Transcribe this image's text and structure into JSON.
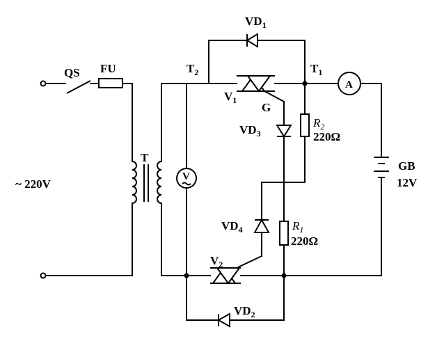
{
  "labels": {
    "qs": "QS",
    "fu": "FU",
    "t": "T",
    "source": "~ 220V",
    "t2": "T",
    "t2_sub": "2",
    "t1": "T",
    "t1_sub": "1",
    "vd1": "VD",
    "vd1_sub": "1",
    "v1": "V",
    "v1_sub": "1",
    "g": "G",
    "vd3": "VD",
    "vd3_sub": "3",
    "r2": "R",
    "r2_sub": "2",
    "r2_val": "220Ω",
    "ammeter": "A",
    "voltmeter": "V",
    "gb": "GB",
    "gb_val": "12V",
    "vd4": "VD",
    "vd4_sub": "4",
    "r1": "R",
    "r1_sub": "1",
    "r1_val": "220Ω",
    "v2": "V",
    "v2_sub": "2",
    "vd2": "VD",
    "vd2_sub": "2"
  }
}
